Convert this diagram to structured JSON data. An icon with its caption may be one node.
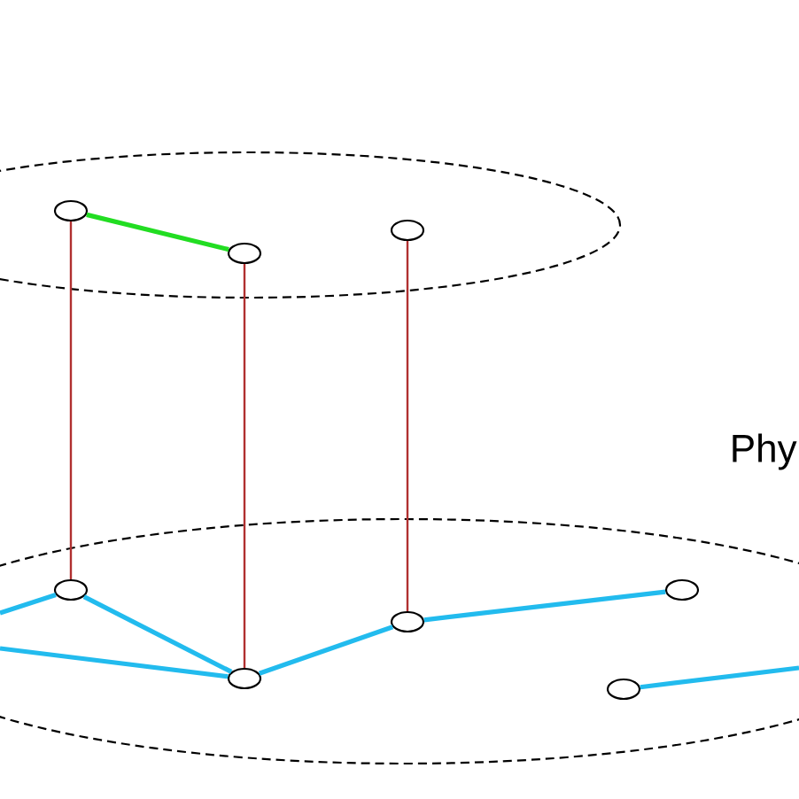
{
  "diagram": {
    "nodes": [
      {
        "text": [],
        "shape": "ellipse"
      },
      {
        "text": [],
        "shape": "ellipse"
      },
      {
        "text": [],
        "shape": "ellipse"
      },
      {
        "text": [],
        "shape": "ellipse"
      },
      {
        "text": [],
        "shape": "ellipse"
      },
      {
        "text": [],
        "shape": "ellipse"
      },
      {
        "text": [],
        "shape": "ellipse"
      },
      {
        "text": [],
        "shape": "ellipse"
      }
    ],
    "edges": [
      {
        "from": 0,
        "to": 1,
        "arrow": "none",
        "color": "#22dd22"
      },
      {
        "from": 0,
        "to": 3,
        "arrow": "none",
        "color": "#b03030"
      },
      {
        "from": 1,
        "to": 4,
        "arrow": "none",
        "color": "#b03030"
      },
      {
        "from": 2,
        "to": 5,
        "arrow": "none",
        "color": "#b03030"
      },
      {
        "from": null,
        "to": 3,
        "arrow": "none"
      },
      {
        "from": null,
        "to": 4,
        "arrow": "none"
      },
      {
        "from": 3,
        "to": 4,
        "arrow": "none"
      },
      {
        "from": 4,
        "to": 5,
        "arrow": "none"
      },
      {
        "from": 5,
        "to": 6,
        "arrow": "none"
      },
      {
        "from": 7,
        "to": null,
        "arrow": "none"
      }
    ],
    "labels": [
      "Phy"
    ]
  }
}
